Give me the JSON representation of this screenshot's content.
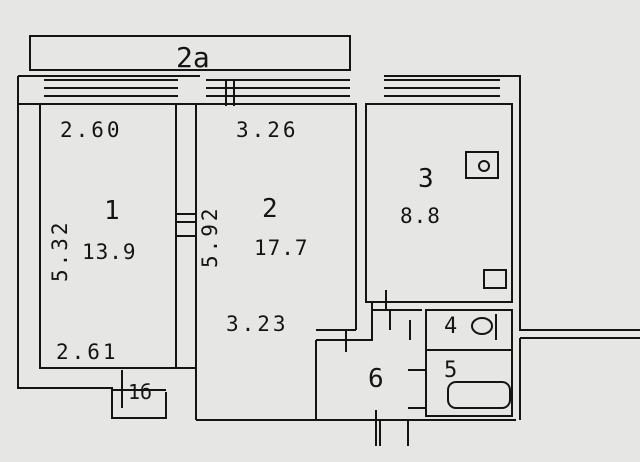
{
  "balcony": {
    "label": "2а"
  },
  "rooms": {
    "room1": {
      "number": "1",
      "area": "13.9",
      "width_top": "2.60",
      "width_bottom": "2.61",
      "length": "5.32"
    },
    "room2": {
      "number": "2",
      "area": "17.7",
      "width_top": "3.26",
      "width_bottom": "3.23",
      "length": "5.92"
    },
    "room3": {
      "number": "3",
      "area": "8.8"
    },
    "room4": {
      "number": "4"
    },
    "room5": {
      "number": "5"
    },
    "room6": {
      "number": "6"
    },
    "room1b": {
      "number": "1б"
    }
  },
  "colors": {
    "paper": "#e6e7e5",
    "ink": "#141414"
  }
}
